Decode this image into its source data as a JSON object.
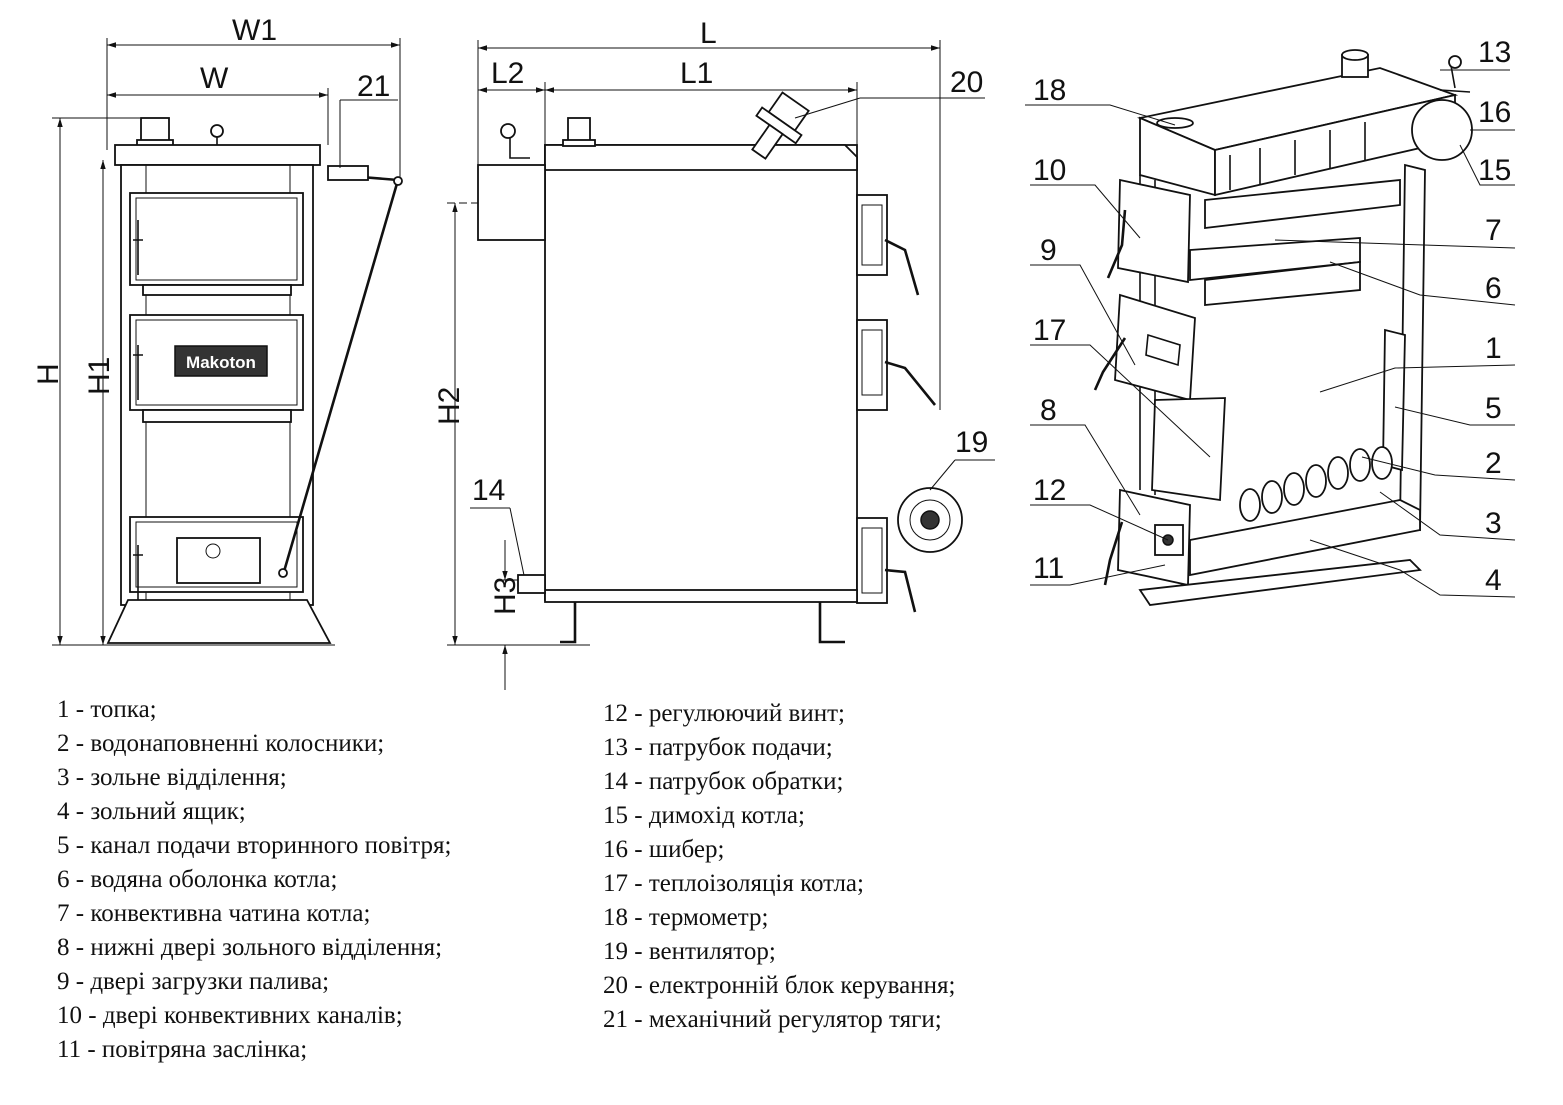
{
  "dimensions": {
    "W1": "W1",
    "W": "W",
    "H": "H",
    "H1": "H1",
    "L": "L",
    "L1": "L1",
    "L2": "L2",
    "H2": "H2",
    "H3": "H3"
  },
  "brand_plate": "Makoton",
  "callouts": {
    "c1": "1",
    "c2": "2",
    "c3": "3",
    "c4": "4",
    "c5": "5",
    "c6": "6",
    "c7": "7",
    "c8": "8",
    "c9": "9",
    "c10": "10",
    "c11": "11",
    "c12": "12",
    "c13": "13",
    "c14": "14",
    "c15": "15",
    "c16": "16",
    "c17": "17",
    "c18": "18",
    "c19": "19",
    "c20": "20",
    "c21": "21"
  },
  "legend_left": [
    "1 - топка;",
    "2 - водонаповненні колосники;",
    "3 - зольне відділення;",
    "4 - зольний ящик;",
    "5 - канал подачи вторинного повітря;",
    "6 - водяна оболонка котла;",
    "7 - конвективна чатина котла;",
    "8 - нижні двері зольного відділення;",
    "9 - двері загрузки палива;",
    "10 - двері конвективних каналів;",
    "11 - повітряна заслінка;"
  ],
  "legend_right": [
    "12 - регулюючий винт;",
    "13 - патрубок подачи;",
    "14 - патрубок обратки;",
    "15 - димохід котла;",
    "16 - шибер;",
    "17 - теплоізоляція котла;",
    "18 - термометр;",
    "19 - вентилятор;",
    "20 - електронній блок керування;",
    "21 - механічний регулятор тяги;"
  ]
}
